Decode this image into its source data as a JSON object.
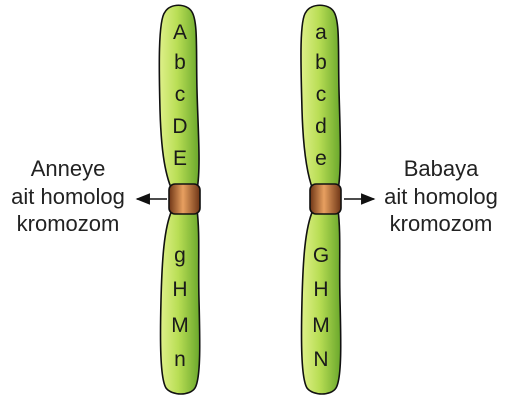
{
  "colors": {
    "chromosome_light": "#dff08a",
    "chromosome_dark": "#6aa82c",
    "centromere_light": "#e8a060",
    "centromere_dark": "#6e3516",
    "outline": "#111111",
    "text": "#222222"
  },
  "left_label": [
    "Anneye",
    "ait homolog",
    "kromozom"
  ],
  "right_label": [
    "Babaya",
    "ait homolog",
    "kromozom"
  ],
  "left_chromosome": {
    "upper_arm": [
      "A",
      "b",
      "c",
      "D",
      "E"
    ],
    "lower_arm": [
      "g",
      "H",
      "M",
      "n"
    ]
  },
  "right_chromosome": {
    "upper_arm": [
      "a",
      "b",
      "c",
      "d",
      "e"
    ],
    "lower_arm": [
      "G",
      "H",
      "M",
      "N"
    ]
  }
}
